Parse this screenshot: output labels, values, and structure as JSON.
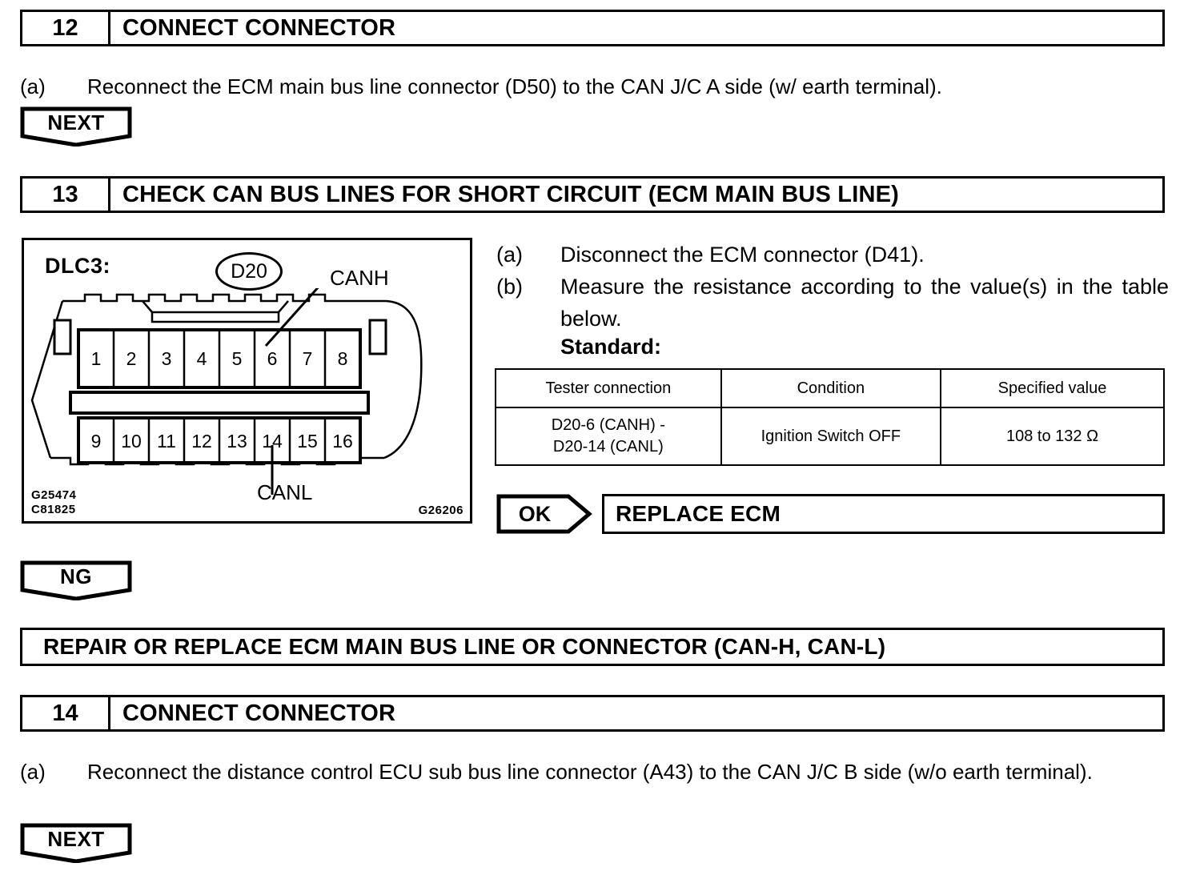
{
  "steps": [
    {
      "number": "12",
      "title": "CONNECT CONNECTOR"
    },
    {
      "number": "13",
      "title": "CHECK CAN BUS LINES FOR SHORT CIRCUIT (ECM MAIN BUS LINE)"
    },
    {
      "number": "14",
      "title": "CONNECT CONNECTOR"
    }
  ],
  "step12": {
    "marker": "(a)",
    "text": "Reconnect the ECM main bus line connector (D50) to the CAN J/C A side (w/ earth terminal).",
    "next_label": "NEXT"
  },
  "step13": {
    "instructions": [
      {
        "marker": "(a)",
        "text": "Disconnect the ECM connector (D41)."
      },
      {
        "marker": "(b)",
        "text": "Measure the resistance according to the value(s) in the table below."
      }
    ],
    "standard_label": "Standard:",
    "table": {
      "headers": [
        "Tester connection",
        "Condition",
        "Specified value"
      ],
      "rows": [
        {
          "tester_connection_line1": "D20-6 (CANH) -",
          "tester_connection_line2": "D20-14 (CANL)",
          "condition": "Ignition Switch OFF",
          "specified_value": "108 to 132 Ω"
        }
      ]
    },
    "ok_label": "OK",
    "ok_result": "REPLACE ECM",
    "ng_label": "NG"
  },
  "figure": {
    "title": "DLC3:",
    "connector_id": "D20",
    "label_canh": "CANH",
    "label_canl": "CANL",
    "pins_top": [
      "1",
      "2",
      "3",
      "4",
      "5",
      "6",
      "7",
      "8"
    ],
    "pins_bottom": [
      "9",
      "10",
      "11",
      "12",
      "13",
      "14",
      "15",
      "16"
    ],
    "code_left_1": "G25474",
    "code_left_2": "C81825",
    "code_right": "G26206"
  },
  "action_bar": "REPAIR OR REPLACE ECM MAIN BUS LINE OR CONNECTOR  (CAN-H,  CAN-L)",
  "step14": {
    "marker": "(a)",
    "text": "Reconnect the distance control ECU sub bus line connector (A43) to the CAN J/C B side (w/o earth terminal).",
    "next_label": "NEXT"
  }
}
